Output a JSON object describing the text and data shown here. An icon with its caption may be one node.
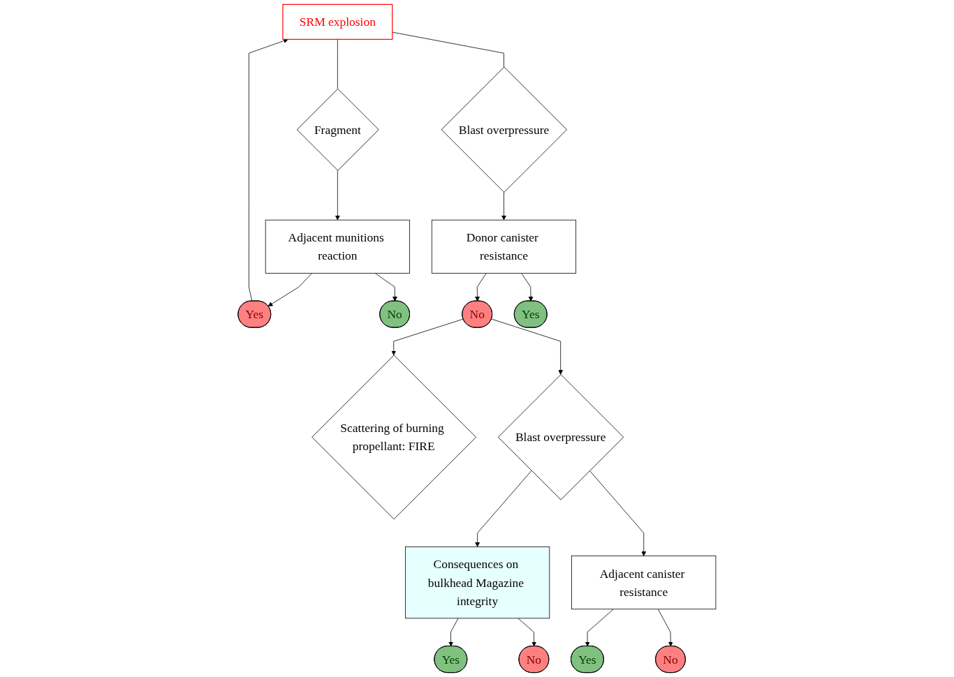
{
  "diagram": {
    "nodes": [
      {
        "text": [
          "SRM explosion"
        ]
      },
      {
        "text": [
          "Fragment"
        ]
      },
      {
        "text": [
          "Blast overpressure"
        ]
      },
      {
        "text": [
          "Adjacent munitions reaction"
        ]
      },
      {
        "text": [
          "Yes"
        ]
      },
      {
        "text": [
          "No"
        ]
      },
      {
        "text": [
          "Donor canister resistance"
        ]
      },
      {
        "text": [
          "No"
        ]
      },
      {
        "text": [
          "Yes"
        ]
      },
      {
        "text": [
          "Scattering of burning propellant: FIRE"
        ]
      },
      {
        "text": [
          "Blast overpressure"
        ]
      },
      {
        "text": [
          "Consequences on bulkhead Magazine integrity"
        ]
      },
      {
        "text": [
          "Adjacent canister resistance"
        ]
      },
      {
        "text": [
          "Yes"
        ]
      },
      {
        "text": [
          "No"
        ]
      },
      {
        "text": [
          "Yes"
        ]
      },
      {
        "text": [
          "No"
        ]
      }
    ],
    "edges": [
      {
        "from": 0,
        "to": 1,
        "arrow": "none"
      },
      {
        "from": 0,
        "to": 2,
        "arrow": "none"
      },
      {
        "from": 1,
        "to": 3,
        "arrow": "to"
      },
      {
        "from": 2,
        "to": 6,
        "arrow": "to"
      },
      {
        "from": 3,
        "to": 4,
        "arrow": "to"
      },
      {
        "from": 3,
        "to": 5,
        "arrow": "to"
      },
      {
        "from": 4,
        "to": 0,
        "arrow": "to"
      },
      {
        "from": 6,
        "to": 7,
        "arrow": "to"
      },
      {
        "from": 6,
        "to": 8,
        "arrow": "to"
      },
      {
        "from": 7,
        "to": 9,
        "arrow": "to"
      },
      {
        "from": 7,
        "to": 10,
        "arrow": "to"
      },
      {
        "from": 10,
        "to": 11,
        "arrow": "to"
      },
      {
        "from": 10,
        "to": 12,
        "arrow": "to"
      },
      {
        "from": 11,
        "to": 13,
        "arrow": "to"
      },
      {
        "from": 11,
        "to": 14,
        "arrow": "to"
      },
      {
        "from": 12,
        "to": 15,
        "arrow": "to"
      },
      {
        "from": 12,
        "to": 16,
        "arrow": "to"
      }
    ]
  }
}
